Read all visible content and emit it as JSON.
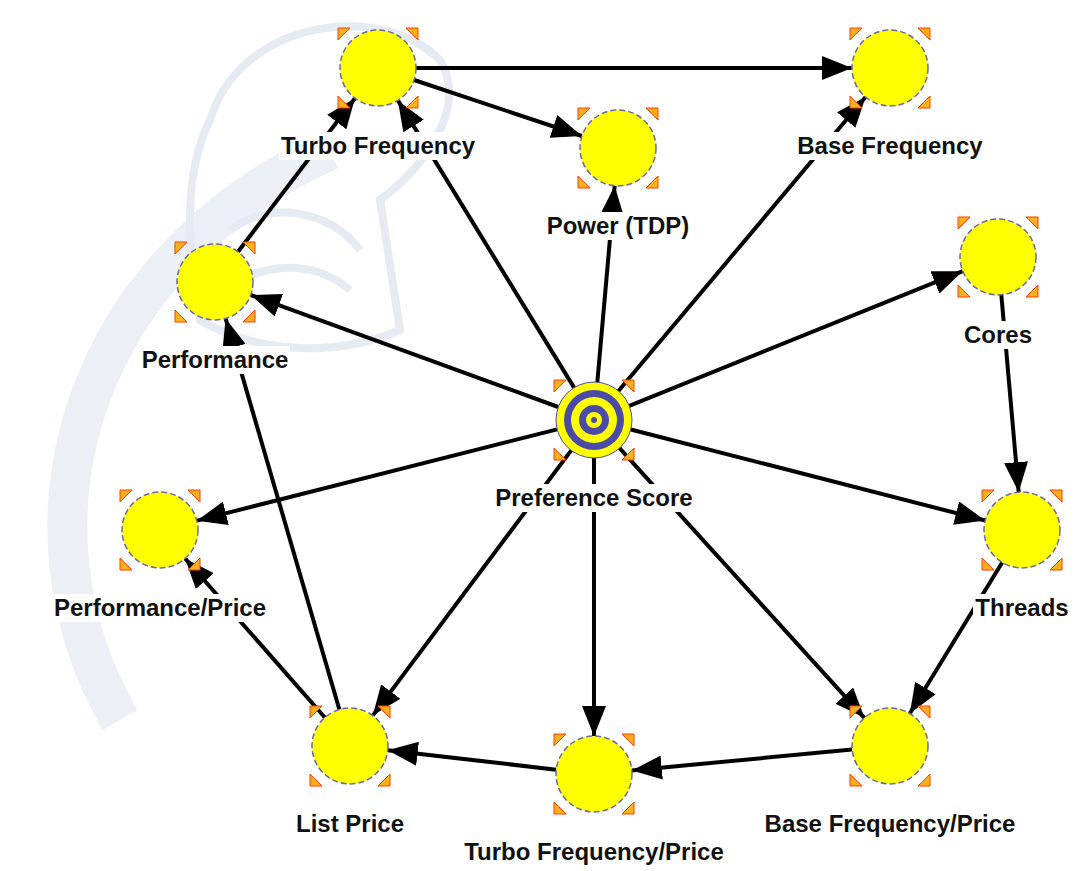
{
  "diagram": {
    "nodes": [
      {
        "text": [
          "Turbo Frequency"
        ]
      },
      {
        "text": [
          "Base Frequency"
        ]
      },
      {
        "text": [
          "Power (TDP)"
        ]
      },
      {
        "text": [
          "Cores"
        ]
      },
      {
        "text": [
          "Performance"
        ]
      },
      {
        "text": [
          "Preference Score"
        ]
      },
      {
        "text": [
          "Performance/Price"
        ]
      },
      {
        "text": [
          "Threads"
        ]
      },
      {
        "text": [
          "List Price"
        ]
      },
      {
        "text": [
          "Base Frequency/Price"
        ]
      },
      {
        "text": [
          "Turbo Frequency/Price"
        ]
      }
    ],
    "edges": [
      {
        "from": 0,
        "to": 1,
        "arrow": "to"
      },
      {
        "from": 0,
        "to": 2,
        "arrow": "to"
      },
      {
        "from": 5,
        "to": 0,
        "arrow": "to"
      },
      {
        "from": 5,
        "to": 2,
        "arrow": "to"
      },
      {
        "from": 5,
        "to": 1,
        "arrow": "to"
      },
      {
        "from": 5,
        "to": 3,
        "arrow": "to"
      },
      {
        "from": 5,
        "to": 4,
        "arrow": "to"
      },
      {
        "from": 4,
        "to": 0,
        "arrow": "to"
      },
      {
        "from": 3,
        "to": 7,
        "arrow": "to"
      },
      {
        "from": 5,
        "to": 7,
        "arrow": "to"
      },
      {
        "from": 5,
        "to": 6,
        "arrow": "to"
      },
      {
        "from": 5,
        "to": 8,
        "arrow": "to"
      },
      {
        "from": 5,
        "to": 10,
        "arrow": "to"
      },
      {
        "from": 5,
        "to": 9,
        "arrow": "to"
      },
      {
        "from": 7,
        "to": 9,
        "arrow": "to"
      },
      {
        "from": 9,
        "to": 10,
        "arrow": "to"
      },
      {
        "from": 10,
        "to": 8,
        "arrow": "to"
      },
      {
        "from": 8,
        "to": 6,
        "arrow": "to"
      },
      {
        "from": 8,
        "to": 4,
        "arrow": "to"
      }
    ]
  }
}
